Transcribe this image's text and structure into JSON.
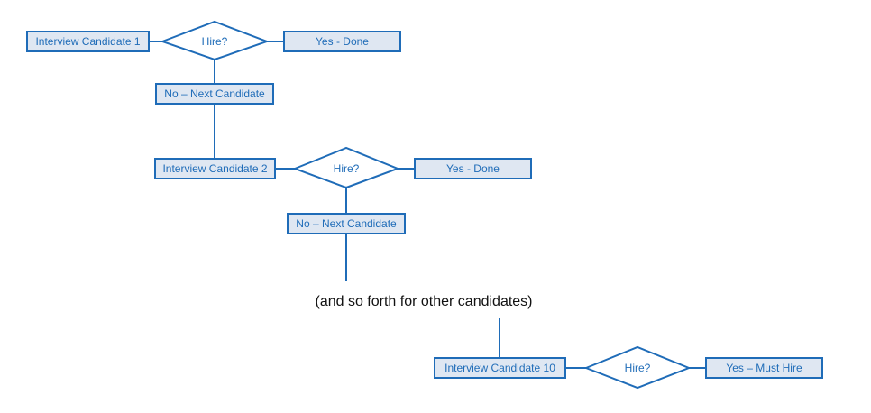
{
  "colors": {
    "stroke": "#1f6cb8",
    "box_fill": "#dfe7f2",
    "text": "#1f6cb8"
  },
  "flow": {
    "block1": {
      "interview": "Interview Candidate 1",
      "decision": "Hire?",
      "yes": "Yes - Done",
      "no": "No – Next Candidate"
    },
    "block2": {
      "interview": "Interview Candidate 2",
      "decision": "Hire?",
      "yes": "Yes - Done",
      "no": "No – Next Candidate"
    },
    "block3": {
      "interview": "Interview Candidate 10",
      "decision": "Hire?",
      "yes": "Yes – Must Hire"
    },
    "note": "(and so forth for other candidates)"
  }
}
